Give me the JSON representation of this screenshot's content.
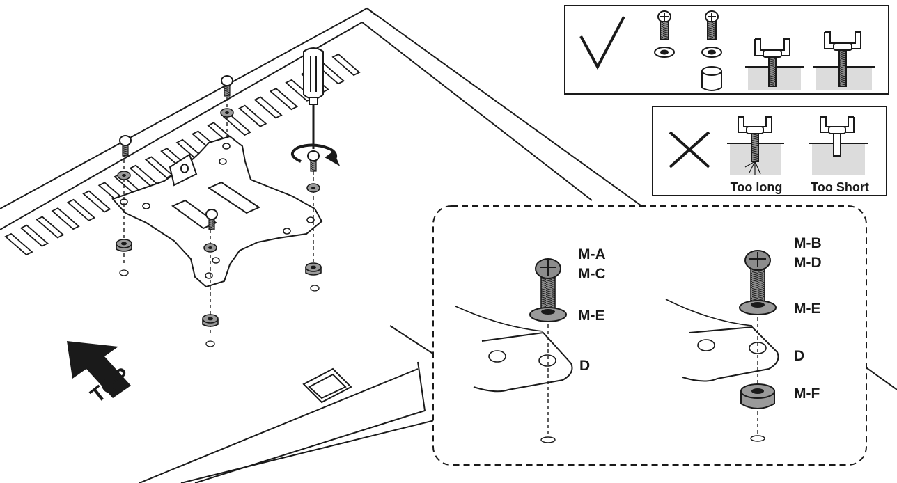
{
  "direction_label": "TOP",
  "bad_panel": {
    "too_long": "Too long",
    "too_short": "Too Short"
  },
  "detail": {
    "left_screw": [
      "M-A",
      "M-C"
    ],
    "left_washer": "M-E",
    "left_plate": "D",
    "right_screw": [
      "M-B",
      "M-D"
    ],
    "right_washer": "M-E",
    "right_plate": "D",
    "right_spacer": "M-F"
  },
  "colors": {
    "ink": "#1a1a1a",
    "gray_part": "#9a9a9a",
    "wall_fill": "#dcdcdc"
  }
}
